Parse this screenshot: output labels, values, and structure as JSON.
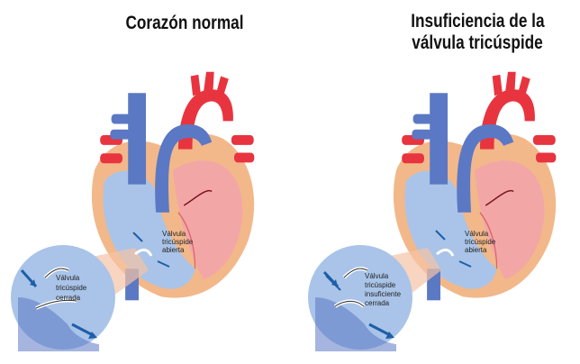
{
  "panels": {
    "normal": {
      "title": "Corazón normal",
      "valve_label_lines": [
        "Válvula",
        "tricúspide",
        "abierta"
      ],
      "zoom_label_lines": [
        "Válvula",
        "tricúspide",
        "cerrada"
      ]
    },
    "insufficiency": {
      "title_lines": [
        "Insuficiencia de la",
        "válvula tricúspide"
      ],
      "valve_label_lines": [
        "Válvula",
        "tricúspide",
        "abierta"
      ],
      "zoom_label_lines": [
        "Válvula",
        "tricúspide",
        "insuficiente",
        "cerrada"
      ]
    }
  },
  "colors": {
    "red": "#e8343f",
    "blue": "#5b78c4",
    "pink": "#f3a6a6",
    "wall": "#f2b88a",
    "light_blue": "#a9c4e8",
    "arrow": "#1d5fa8"
  }
}
